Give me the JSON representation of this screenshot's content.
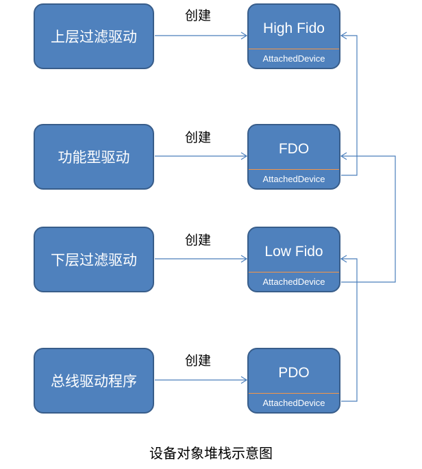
{
  "drivers": [
    {
      "label": "上层过滤驱动"
    },
    {
      "label": "功能型驱动"
    },
    {
      "label": "下层过滤驱动"
    },
    {
      "label": "总线驱动程序"
    }
  ],
  "device_objects": [
    {
      "title": "High Fido",
      "field": "AttachedDevice"
    },
    {
      "title": "FDO",
      "field": "AttachedDevice"
    },
    {
      "title": "Low Fido",
      "field": "AttachedDevice"
    },
    {
      "title": "PDO",
      "field": "AttachedDevice"
    }
  ],
  "create_labels": [
    "创建",
    "创建",
    "创建",
    "创建"
  ],
  "caption": "设备对象堆栈示意图",
  "colors": {
    "box_fill": "#4f81bd",
    "box_border": "#385d8a",
    "separator": "#f79646",
    "line": "#4f81bd"
  }
}
